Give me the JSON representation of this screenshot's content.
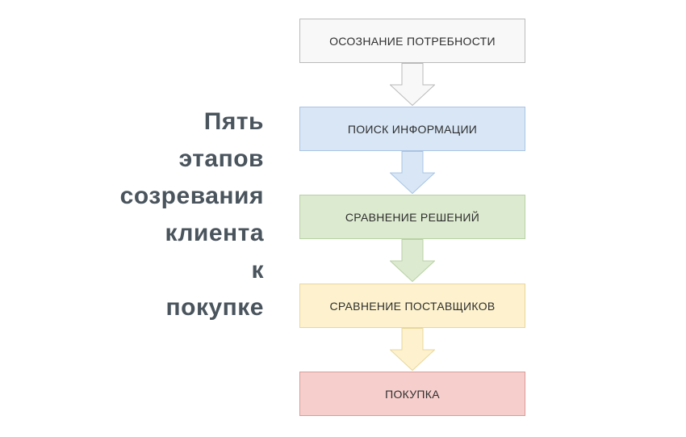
{
  "title": {
    "text": "Пять\nэтапов\nсозревания\nклиента\nк\nпокупке",
    "color": "#4a545d"
  },
  "flowchart": {
    "label_color": "#2e2e2e",
    "stages": [
      {
        "label": "ОСОЗНАНИЕ ПОТРЕБНОСТИ",
        "fill": "#f8f8f8",
        "border": "#bababa"
      },
      {
        "label": "ПОИСК ИНФОРМАЦИИ",
        "fill": "#d8e6f6",
        "border": "#a9c4e4"
      },
      {
        "label": "СРАВНЕНИЕ РЕШЕНИЙ",
        "fill": "#dceacf",
        "border": "#b8d2a6"
      },
      {
        "label": "СРАВНЕНИЕ ПОСТАВЩИКОВ",
        "fill": "#fdf2cd",
        "border": "#e9d79d"
      },
      {
        "label": "ПОКУПКА",
        "fill": "#f6cfcd",
        "border": "#d99c98"
      }
    ]
  }
}
